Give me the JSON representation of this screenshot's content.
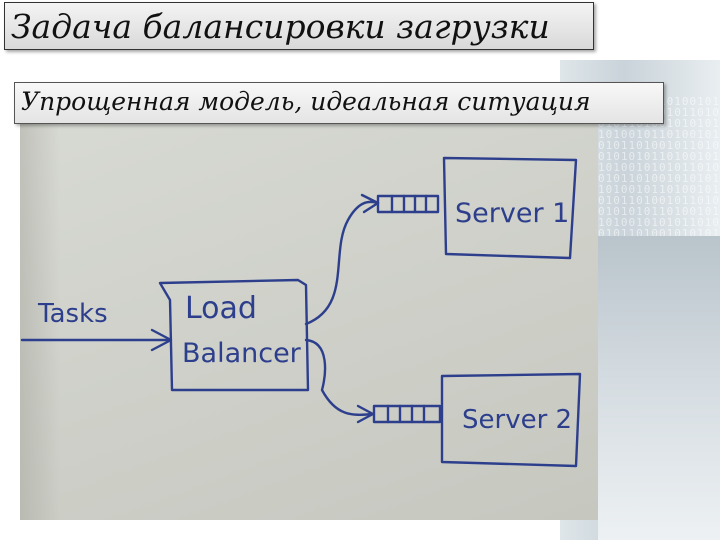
{
  "title": "Задача балансировки загрузки",
  "subtitle": "Упрощенная модель, идеальная ситуация",
  "drawing": {
    "tasks_label": "Tasks",
    "balancer_line1": "Load",
    "balancer_line2": "Balancer",
    "server1_label": "Server 1",
    "server2_label": "Server 2",
    "ink_color": "#2d3f8c"
  }
}
